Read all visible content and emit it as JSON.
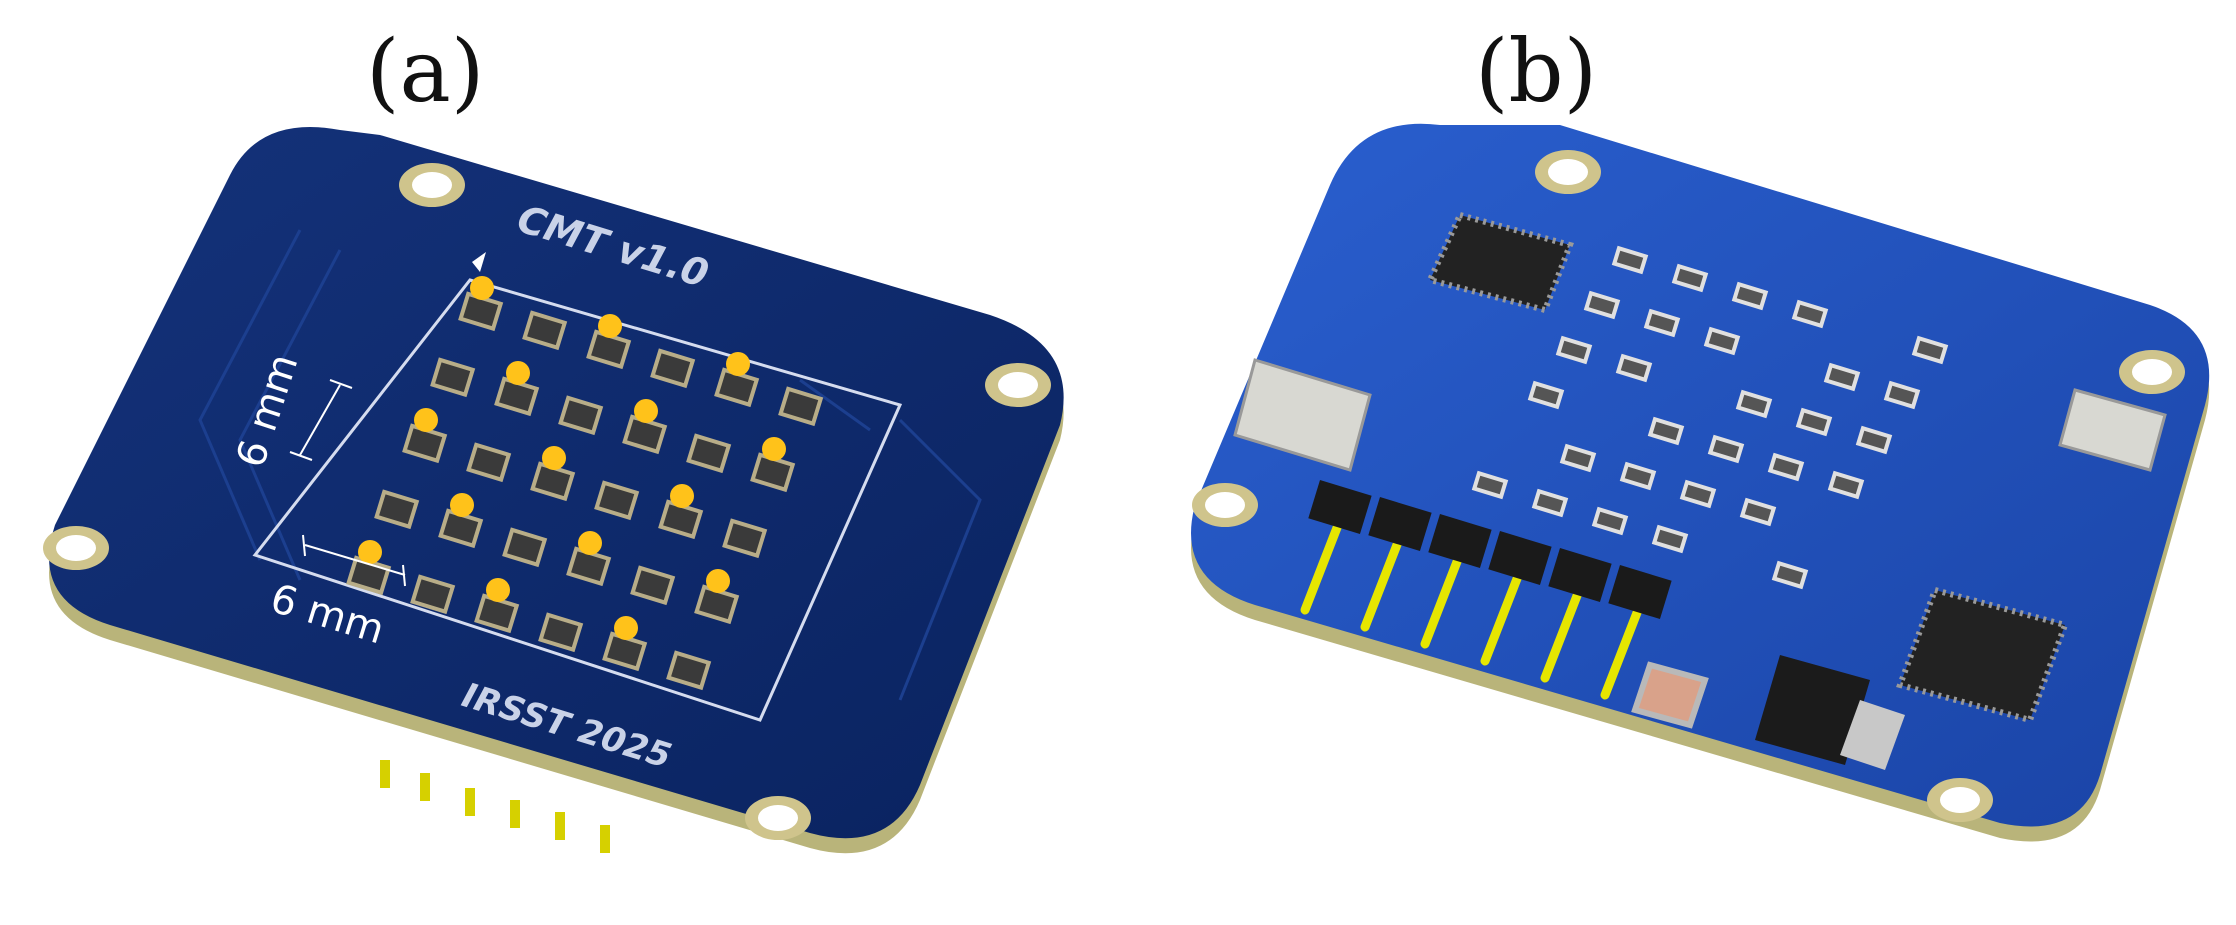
{
  "figure": {
    "panel_a_label": "(a)",
    "panel_b_label": "(b)"
  },
  "board_a": {
    "silkscreen_top": "CMT v1.0",
    "silkscreen_bottom": "IRSST 2025",
    "dimension_vertical": "6 mm",
    "dimension_horizontal": "6 mm"
  },
  "colors": {
    "board_a": "#0d2a6b",
    "board_b": "#1f4fb8",
    "edge": "#b9b47a",
    "led": "#ffc21a",
    "pin": "#e6e600"
  }
}
